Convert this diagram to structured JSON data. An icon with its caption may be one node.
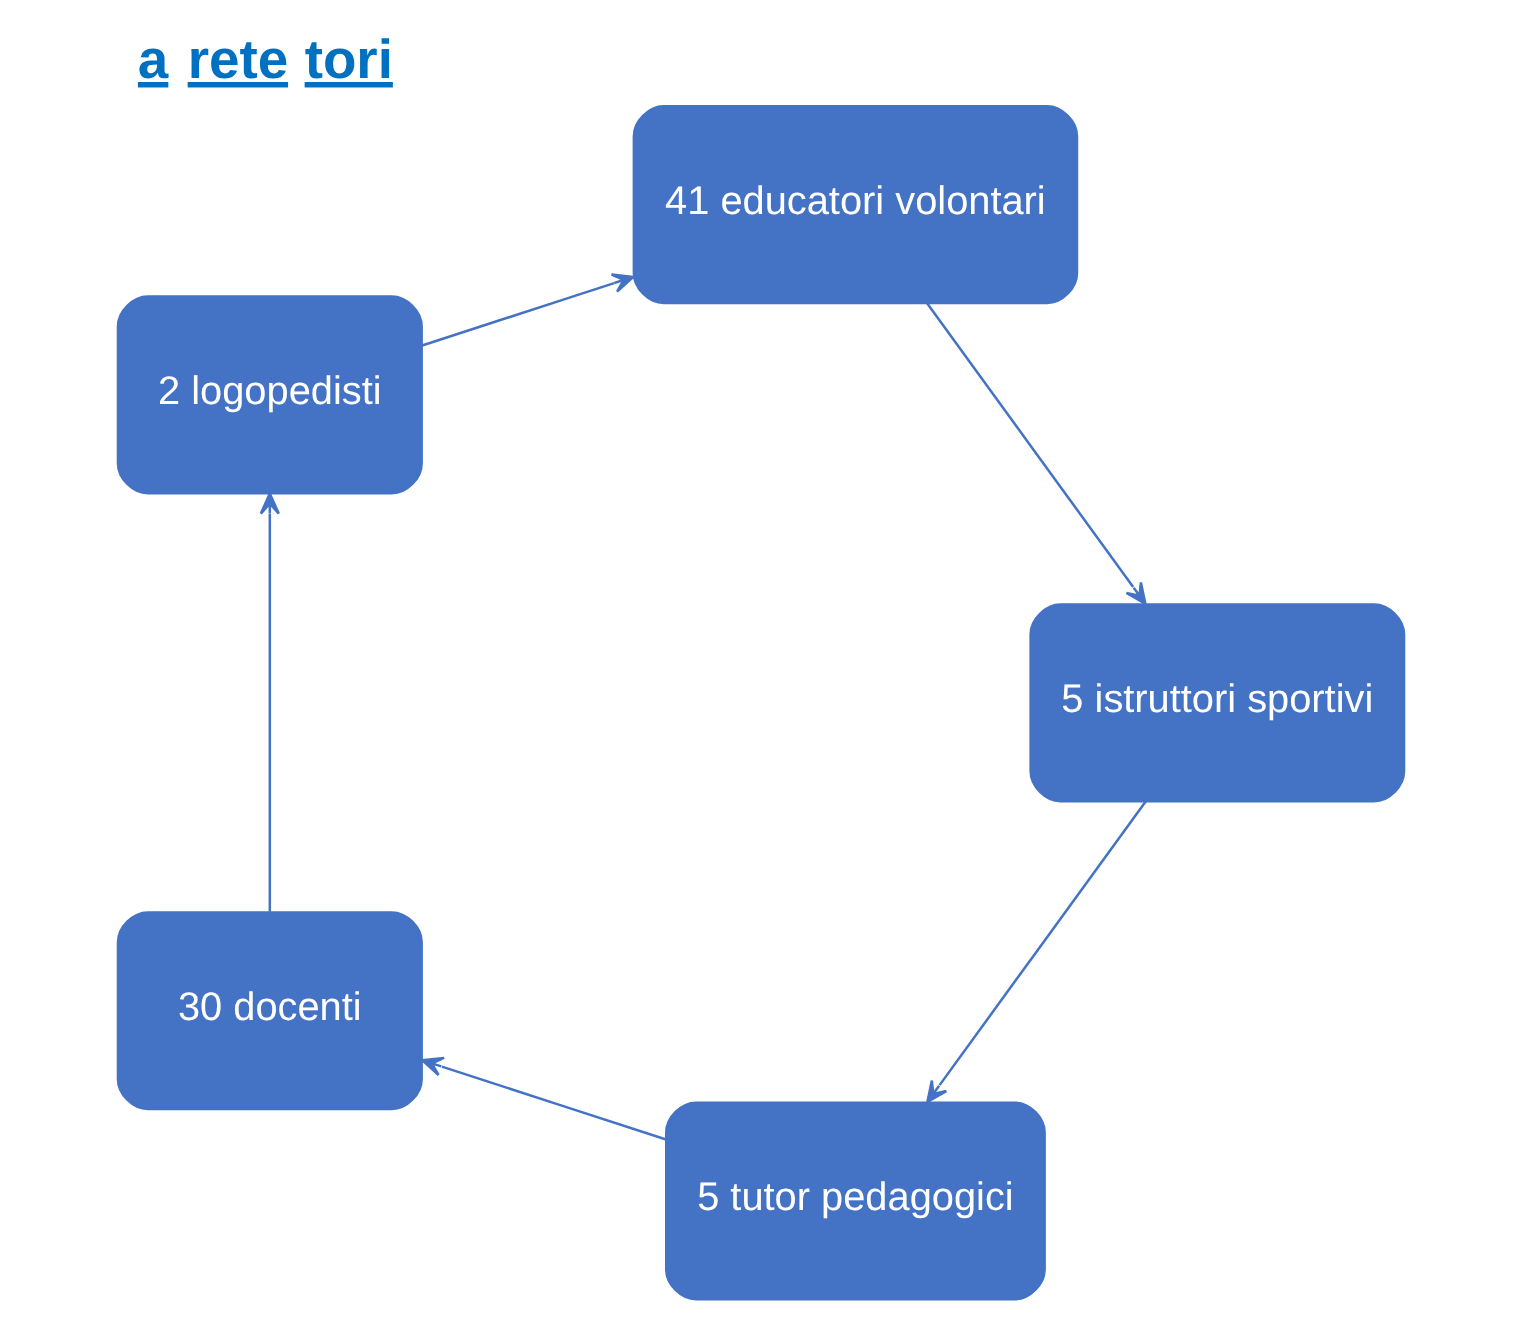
{
  "diagram": {
    "title": "a rete tori",
    "nodes": [
      {
        "text": [
          "5 tutor pedagogici"
        ]
      },
      {
        "text": [
          "30 docenti"
        ]
      },
      {
        "text": [
          "2 logopedisti"
        ]
      },
      {
        "text": [
          "41 educatori volontari"
        ]
      },
      {
        "text": [
          "5 istruttori sportivi"
        ]
      }
    ],
    "edges": [
      {
        "from": 0,
        "to": 1,
        "arrow": "to"
      },
      {
        "from": 1,
        "to": 2,
        "arrow": "to"
      },
      {
        "from": 2,
        "to": 3,
        "arrow": "to"
      },
      {
        "from": 3,
        "to": 4,
        "arrow": "to"
      },
      {
        "from": 4,
        "to": 0,
        "arrow": "to"
      }
    ]
  }
}
